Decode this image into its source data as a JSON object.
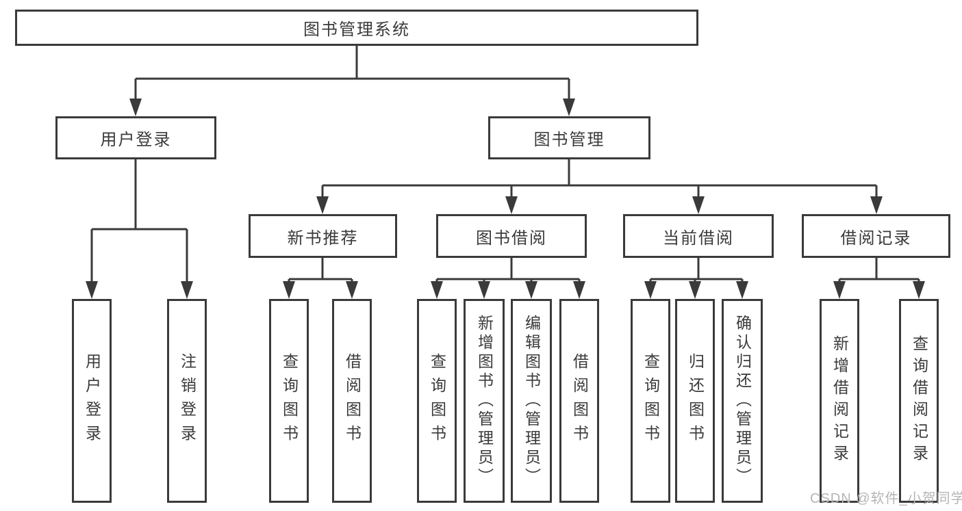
{
  "title": "图书管理系统",
  "colors": {
    "stroke": "#3a3a3a",
    "text": "#3a3a3a",
    "box_fill": "#ffffff",
    "watermark": "#b5b5b5"
  },
  "watermark": "CSDN @软件_小贺同学",
  "tree": {
    "root": {
      "label": "图书管理系统"
    },
    "branches": [
      {
        "label": "用户登录",
        "children": [
          {
            "label": "用户登录"
          },
          {
            "label": "注销登录"
          }
        ]
      },
      {
        "label": "图书管理",
        "groups": [
          {
            "label": "新书推荐",
            "children": [
              {
                "label": "查询图书"
              },
              {
                "label": "借阅图书"
              }
            ]
          },
          {
            "label": "图书借阅",
            "children": [
              {
                "label": "查询图书"
              },
              {
                "label": "新增图书（管理员）"
              },
              {
                "label": "编辑图书（管理员）"
              },
              {
                "label": "借阅图书"
              }
            ]
          },
          {
            "label": "当前借阅",
            "children": [
              {
                "label": "查询图书"
              },
              {
                "label": "归还图书"
              },
              {
                "label": "确认归还（管理员）"
              }
            ]
          },
          {
            "label": "借阅记录",
            "children": [
              {
                "label": "新增借阅记录"
              },
              {
                "label": "查询借阅记录"
              }
            ]
          }
        ]
      }
    ]
  }
}
